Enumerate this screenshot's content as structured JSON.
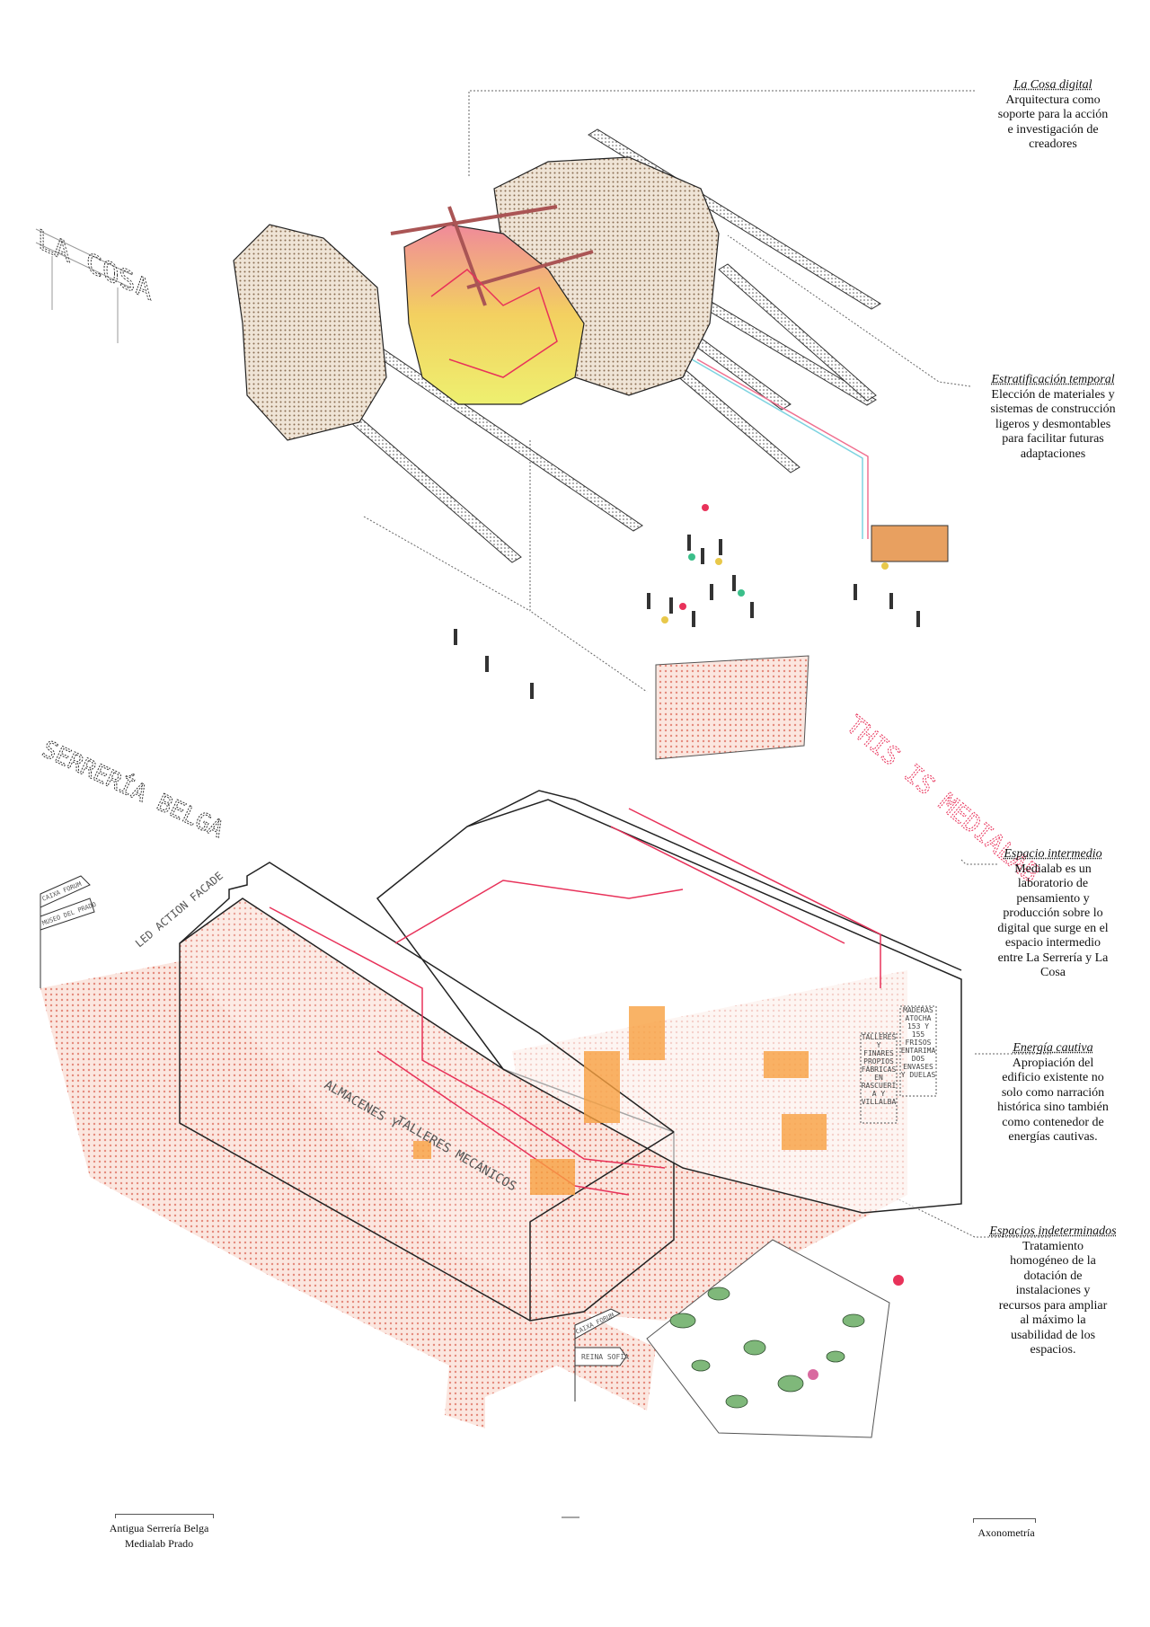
{
  "notes": [
    {
      "title": "La Cosa digital",
      "body": "Arquitectura como\nsoporte para la acción\ne investigación de\ncreadores"
    },
    {
      "title": "Estratificación temporal",
      "body": "Elección de materiales y\nsistemas de construcción\nligeros y desmontables\npara facilitar futuras\nadaptaciones"
    },
    {
      "title": "Espacio intermedio",
      "body": "Medialab es un\nlaboratorio de\npensamiento y\nproducción sobre lo\ndigital  que surge en el\nespacio intermedio\nentre La Serrería y La\nCosa"
    },
    {
      "title": "Energía cautiva",
      "body": "Apropiación del\nedificio existente no\nsolo como narración\nhistórica sino también\ncomo contenedor de\nenergías cautivas."
    },
    {
      "title": "Espacios indeterminados",
      "body": "Tratamiento\nhomogéneo de la\ndotación de\ninstalaciones y\nrecursos para ampliar\nal máximo la\nusabilidad de los\nespacios."
    }
  ],
  "drawing_labels": {
    "la_cosa": "LA COSA",
    "serreria_belga": "SERRERÍA BELGA",
    "this_is_medialab": "THIS IS MEDIALAB",
    "led_facade": "LED ACTION FACADE",
    "almacenes": "ALMACENES Y",
    "talleres": "TALLERES MECÁNICOS",
    "sign_left": "TALLERES Y FINARES PROPIOS FÁBRICAS EN RASCUERÍA Y VILLALBA",
    "sign_right": "MADERAS ATOCHA 153 Y 155 FRISOS ENTARIMADOS ENVASES Y DUELAS",
    "signpost_caixa": "CAIXA FORUM",
    "signpost_prado": "MUSEO DEL PRADO",
    "signpost_reina": "REINA SOFÍA",
    "signpost_top": "CAIXA FORUM"
  },
  "footer": {
    "left_line1": "Antigua Serrería Belga",
    "left_line2": "Medialab Prado",
    "right": "Axonometría"
  },
  "colors": {
    "accent_pink": "#e8325a",
    "orange": "#f7a040",
    "ground": "#f3c9bd",
    "cosa_beige": "#e8d9c6",
    "cosa_yellow": "#f1ec6c"
  }
}
